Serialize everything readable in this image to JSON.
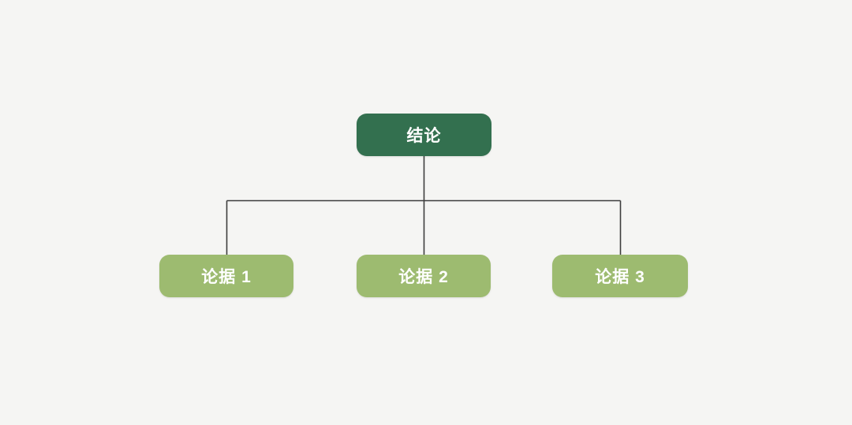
{
  "colors": {
    "canvas_bg": "#f5f5f3",
    "root_bg": "#33704f",
    "child_bg": "#9dbb70",
    "node_text": "#ffffff",
    "line": "#3d3d3d"
  },
  "diagram": {
    "type": "tree",
    "root": {
      "label": "结论"
    },
    "children": [
      {
        "label": "论据 1"
      },
      {
        "label": "论据 2"
      },
      {
        "label": "论据 3"
      }
    ]
  }
}
